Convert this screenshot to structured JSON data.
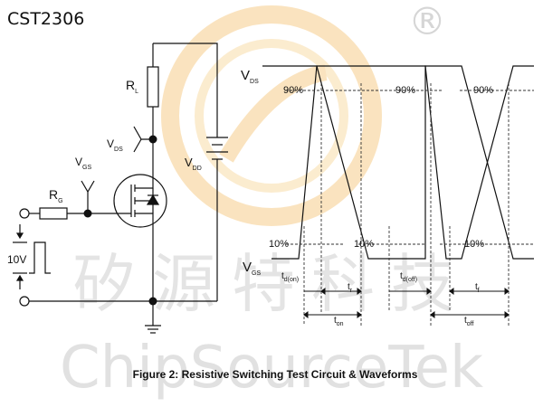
{
  "part_number": "CST2306",
  "registered_mark": "®",
  "watermark": {
    "cn": "矽源特科技",
    "en": "ChipSourceTek"
  },
  "caption": "Figure 2: Resistive Switching Test Circuit & Waveforms",
  "circuit": {
    "rl": {
      "main": "R",
      "sub": "L"
    },
    "vds": {
      "main": "V",
      "sub": "DS"
    },
    "vgs": {
      "main": "V",
      "sub": "GS"
    },
    "rg": {
      "main": "R",
      "sub": "G"
    },
    "vdd": {
      "main": "V",
      "sub": "DD"
    },
    "pulse": "10V"
  },
  "waveform": {
    "vds": {
      "main": "V",
      "sub": "DS"
    },
    "vgs": {
      "main": "V",
      "sub": "GS"
    },
    "pct90": "90%",
    "pct10": "10%",
    "td_on": {
      "main": "t",
      "sub": "d(on)"
    },
    "tr": {
      "main": "t",
      "sub": "r"
    },
    "td_off": {
      "main": "t",
      "sub": "d(off)"
    },
    "tf": {
      "main": "t",
      "sub": "f"
    },
    "ton": {
      "main": "t",
      "sub": "on"
    },
    "toff": {
      "main": "t",
      "sub": "off"
    }
  },
  "colors": {
    "line": "#111111",
    "watermark": "#c9c9c9",
    "logo_orange": "#f2b24a"
  }
}
